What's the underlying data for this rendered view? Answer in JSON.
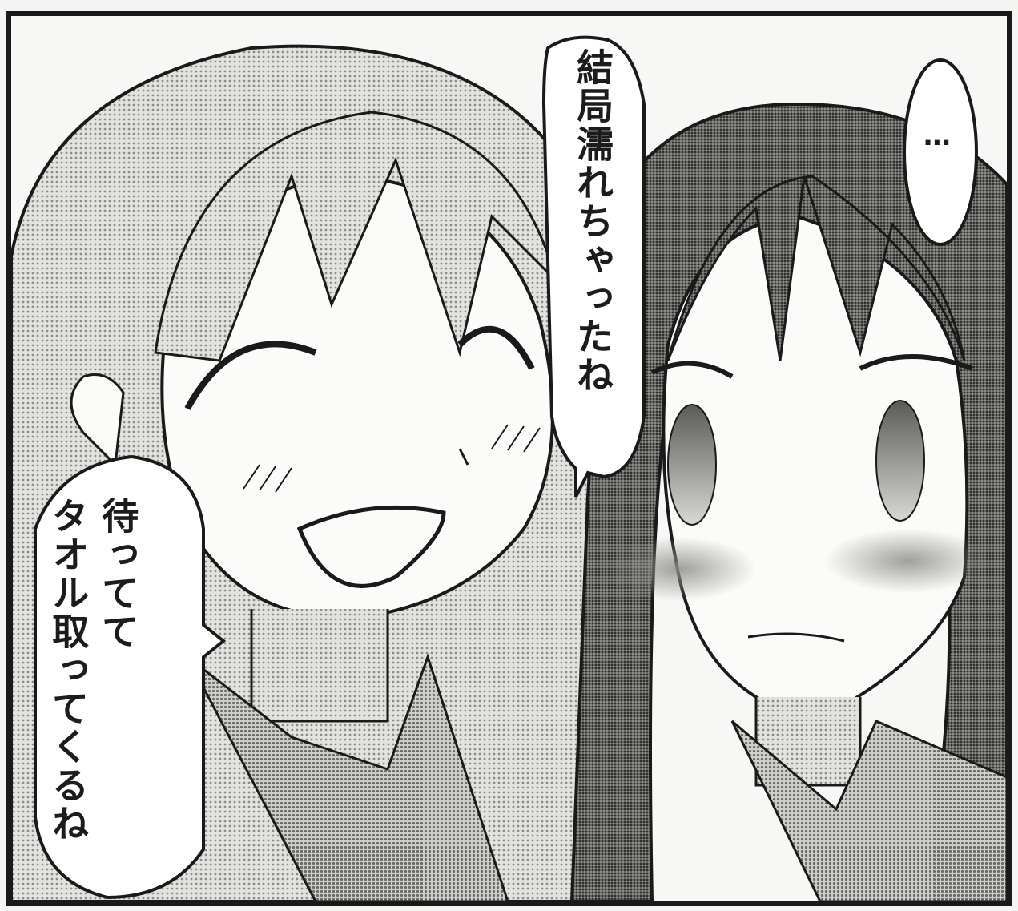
{
  "panel": {
    "speech_bubbles": [
      {
        "id": "bubble-1",
        "speaker": "left-girl",
        "lines": [
          "結局濡れちゃったね"
        ]
      },
      {
        "id": "bubble-2",
        "speaker": "right-girl",
        "lines": [
          "…"
        ]
      },
      {
        "id": "bubble-3",
        "speaker": "left-girl",
        "lines": [
          "待ってて",
          "タオル取ってくるね"
        ]
      }
    ]
  },
  "palette": {
    "ink": "#1a1a1a",
    "paper": "#fbfbf9",
    "screentone_light": "#c9c9c6",
    "screentone_mid": "#a9a9a6",
    "screentone_dark": "#6f6f6c",
    "blush": "#9a9a97"
  }
}
